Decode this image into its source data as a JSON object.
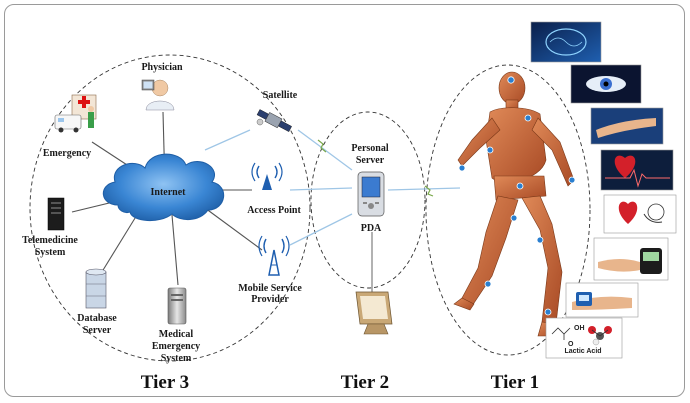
{
  "tiers": {
    "tier3": "Tier 3",
    "tier2": "Tier 2",
    "tier1": "Tier 1"
  },
  "nodes": {
    "physician": "Physician",
    "satellite": "Satellite",
    "emergency": "Emergency",
    "internet": "Internet",
    "access_point": "Access Point",
    "telemedicine_line1": "Telemedicine",
    "telemedicine_line2": "System",
    "mobile_line1": "Mobile Service",
    "mobile_line2": "Provider",
    "database_line1": "Database",
    "database_line2": "Server",
    "medical_line1": "Medical",
    "medical_line2": "Emergency",
    "medical_line3": "System",
    "personal_server_line1": "Personal",
    "personal_server_line2": "Server",
    "pda": "PDA"
  },
  "sensors": {
    "lactic_acid": "Lactic Acid",
    "molecule_oh": "OH",
    "molecule_o": "O"
  },
  "colors": {
    "internet_cloud": "#3a86d4",
    "hub_lines": "#555555",
    "wireless_links": "#9fc6e6",
    "muscle": "#c8643a",
    "sensor_node": "#2a7fd0",
    "ellipse_border": "#333333"
  }
}
